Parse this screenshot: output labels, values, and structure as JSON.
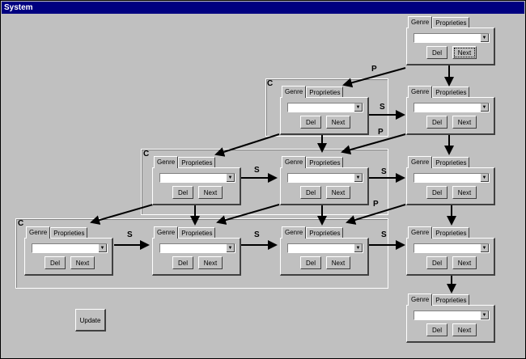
{
  "window": {
    "title": "System"
  },
  "labels": {
    "c": "C",
    "p": "P",
    "s": "S"
  },
  "card": {
    "tab_genre": "Genre",
    "tab_proprieties": "Proprieties",
    "del": "Del",
    "next": "Next"
  },
  "update_label": "Update",
  "colors": {
    "titlebar": "#000080",
    "face": "#c0c0c0"
  }
}
